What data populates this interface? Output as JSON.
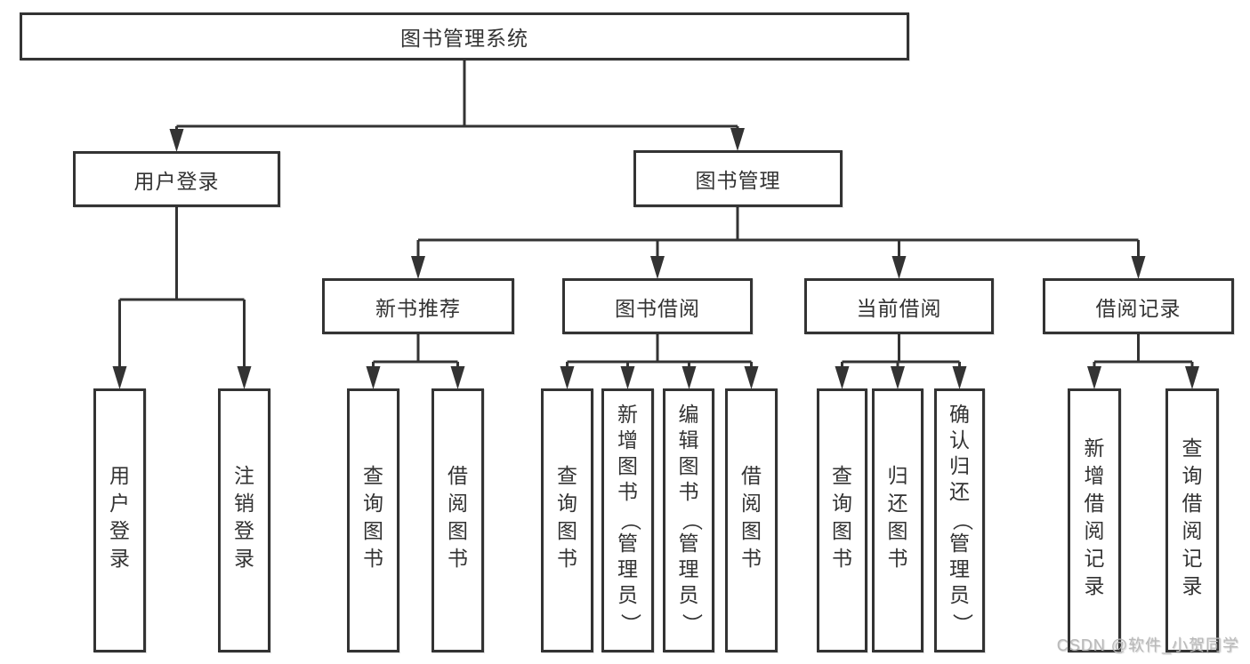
{
  "diagram": {
    "root": {
      "label": "图书管理系统"
    },
    "level2": {
      "user_login": {
        "label": "用户登录"
      },
      "book_management": {
        "label": "图书管理"
      }
    },
    "level3": {
      "new_book_recommend": {
        "label": "新书推荐"
      },
      "book_borrow": {
        "label": "图书借阅"
      },
      "current_borrow": {
        "label": "当前借阅"
      },
      "borrow_records": {
        "label": "借阅记录"
      }
    },
    "leaves": {
      "user_login": [
        "用户登录",
        "注销登录"
      ],
      "new_book_recommend": [
        "查询图书",
        "借阅图书"
      ],
      "book_borrow": [
        "查询图书",
        "新增图书（管理员）",
        "编辑图书（管理员）",
        "借阅图书"
      ],
      "current_borrow": [
        "查询图书",
        "归还图书",
        "确认归还（管理员）"
      ],
      "borrow_records": [
        "新增借阅记录",
        "查询借阅记录"
      ]
    }
  },
  "watermark": {
    "text": "CSDN @软件_小贺同学"
  },
  "colors": {
    "line": "#333333",
    "box_border": "#333333",
    "text": "#333333",
    "watermark": "#b9b9b9",
    "background": "#ffffff"
  }
}
